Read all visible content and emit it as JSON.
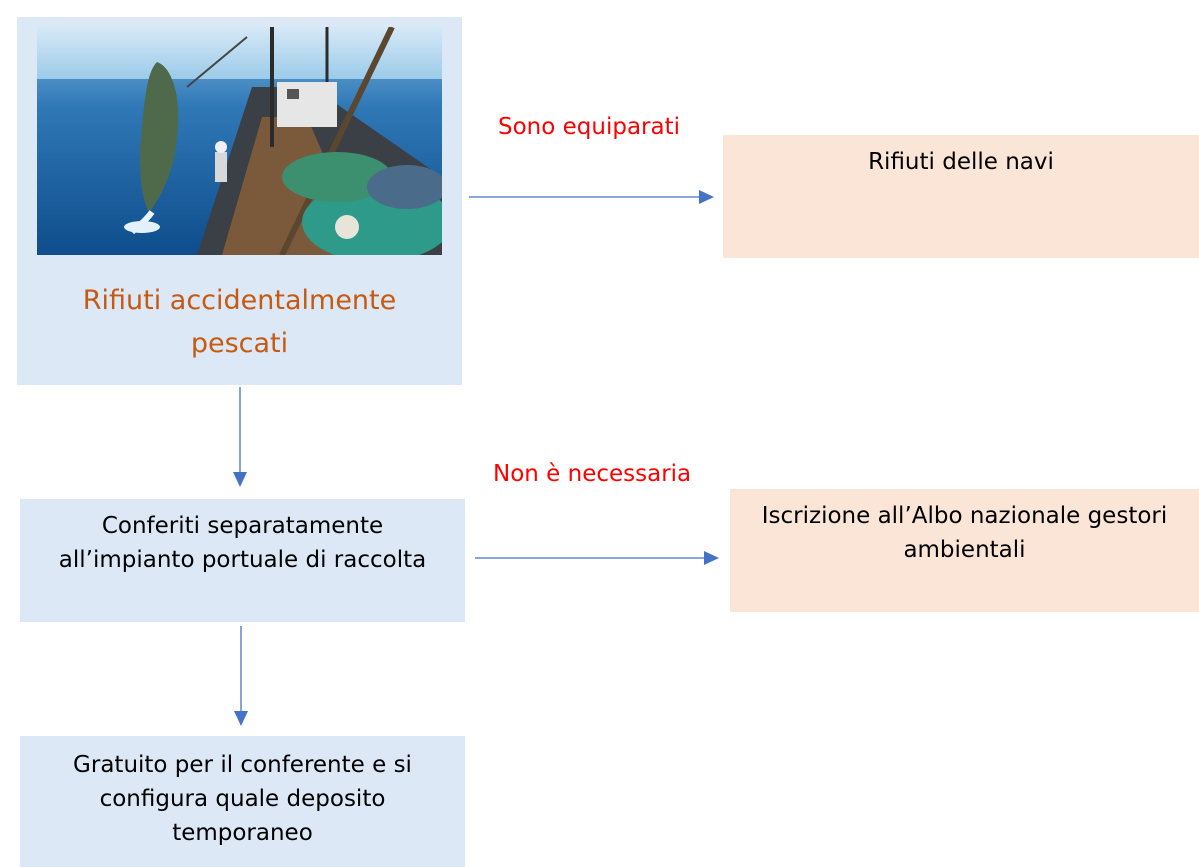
{
  "main_box": {
    "title": "Rifiuti accidentalmente\npescati"
  },
  "right_boxes": [
    {
      "text": "Rifiuti delle navi"
    },
    {
      "text": "Iscrizione all’Albo nazionale gestori\nambientali"
    }
  ],
  "left_boxes": [
    {
      "text": "Conferiti separatamente\nall’impianto portuale di raccolta"
    },
    {
      "text": "Gratuito per il conferente e si\nconfigura quale deposito\ntemporaneo"
    }
  ],
  "connector_labels": [
    {
      "text": "Sono equiparati",
      "color": "#ff0000"
    },
    {
      "text": "Non è necessaria",
      "color": "#ff0000"
    }
  ],
  "colors": {
    "blue_box": "#dde8f6",
    "peach_box": "#fbe5d6",
    "title_orange": "#c55a11",
    "arrow": "#4472c4"
  }
}
